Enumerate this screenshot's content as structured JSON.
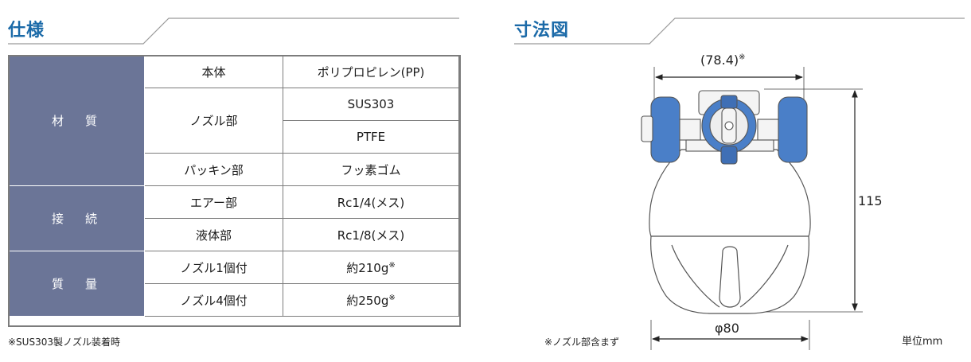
{
  "spec": {
    "heading": "仕様",
    "rows": [
      {
        "category": "材　質",
        "part": "本体",
        "value": "ポリプロピレン(PP)"
      },
      {
        "part": "ノズル部",
        "value": "SUS303"
      },
      {
        "value": "PTFE"
      },
      {
        "part": "パッキン部",
        "value": "フッ素ゴム"
      },
      {
        "category": "接　続",
        "part": "エアー部",
        "value": "Rc1/4(メス)"
      },
      {
        "part": "液体部",
        "value": "Rc1/8(メス)"
      },
      {
        "category": "質　量",
        "part": "ノズル1個付",
        "value": "約210g",
        "mark": "※"
      },
      {
        "part": "ノズル4個付",
        "value": "約250g",
        "mark": "※"
      }
    ],
    "footnote": "※SUS303製ノズル装着時"
  },
  "dimensions": {
    "heading": "寸法図",
    "width_label": "(78.4)",
    "width_mark": "※",
    "height_label": "115",
    "diameter_label": "φ80",
    "footnote": "※ノズル部含まず",
    "unit": "単位mm"
  },
  "colors": {
    "heading": "#1b6aa8",
    "category_bg": "#6b7597",
    "nozzle_blue": "#4a7fc8"
  }
}
